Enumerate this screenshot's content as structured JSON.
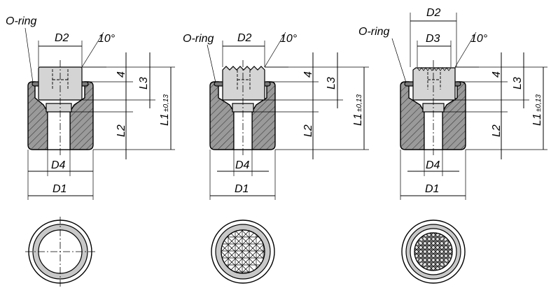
{
  "labels": {
    "o_ring": "O-ring",
    "d1": "D1",
    "d2": "D2",
    "d3": "D3",
    "d4": "D4",
    "l1": "L1",
    "l1_tol": "±0,13",
    "l2": "L2",
    "l3": "L3",
    "dim4": "4",
    "angle": "10°"
  }
}
